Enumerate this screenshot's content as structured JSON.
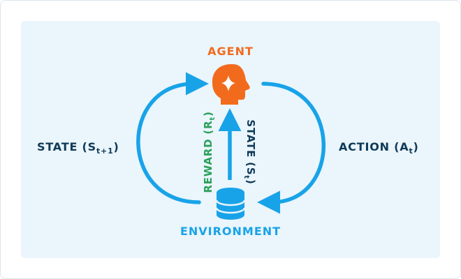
{
  "agent": {
    "label": "AGENT",
    "icon": "head-sparkle-icon"
  },
  "environment": {
    "label": "ENVIRONMENT",
    "icon": "database-icon"
  },
  "action": {
    "label": "ACTION (A",
    "sub": "t",
    "tail": ")"
  },
  "state_next": {
    "label": "STATE (S",
    "sub": "t+1",
    "tail": ")"
  },
  "state_current": {
    "label": "STATE (S",
    "sub": "t",
    "tail": ")"
  },
  "reward": {
    "label": "REWARD (R",
    "sub": "t",
    "tail": ")"
  },
  "colors": {
    "agent": "#f26b1d",
    "environment": "#18a3e8",
    "arrows": "#18a3e8",
    "labels": "#0f3a57",
    "reward": "#2aa05a",
    "panel": "#eaf5fc"
  }
}
